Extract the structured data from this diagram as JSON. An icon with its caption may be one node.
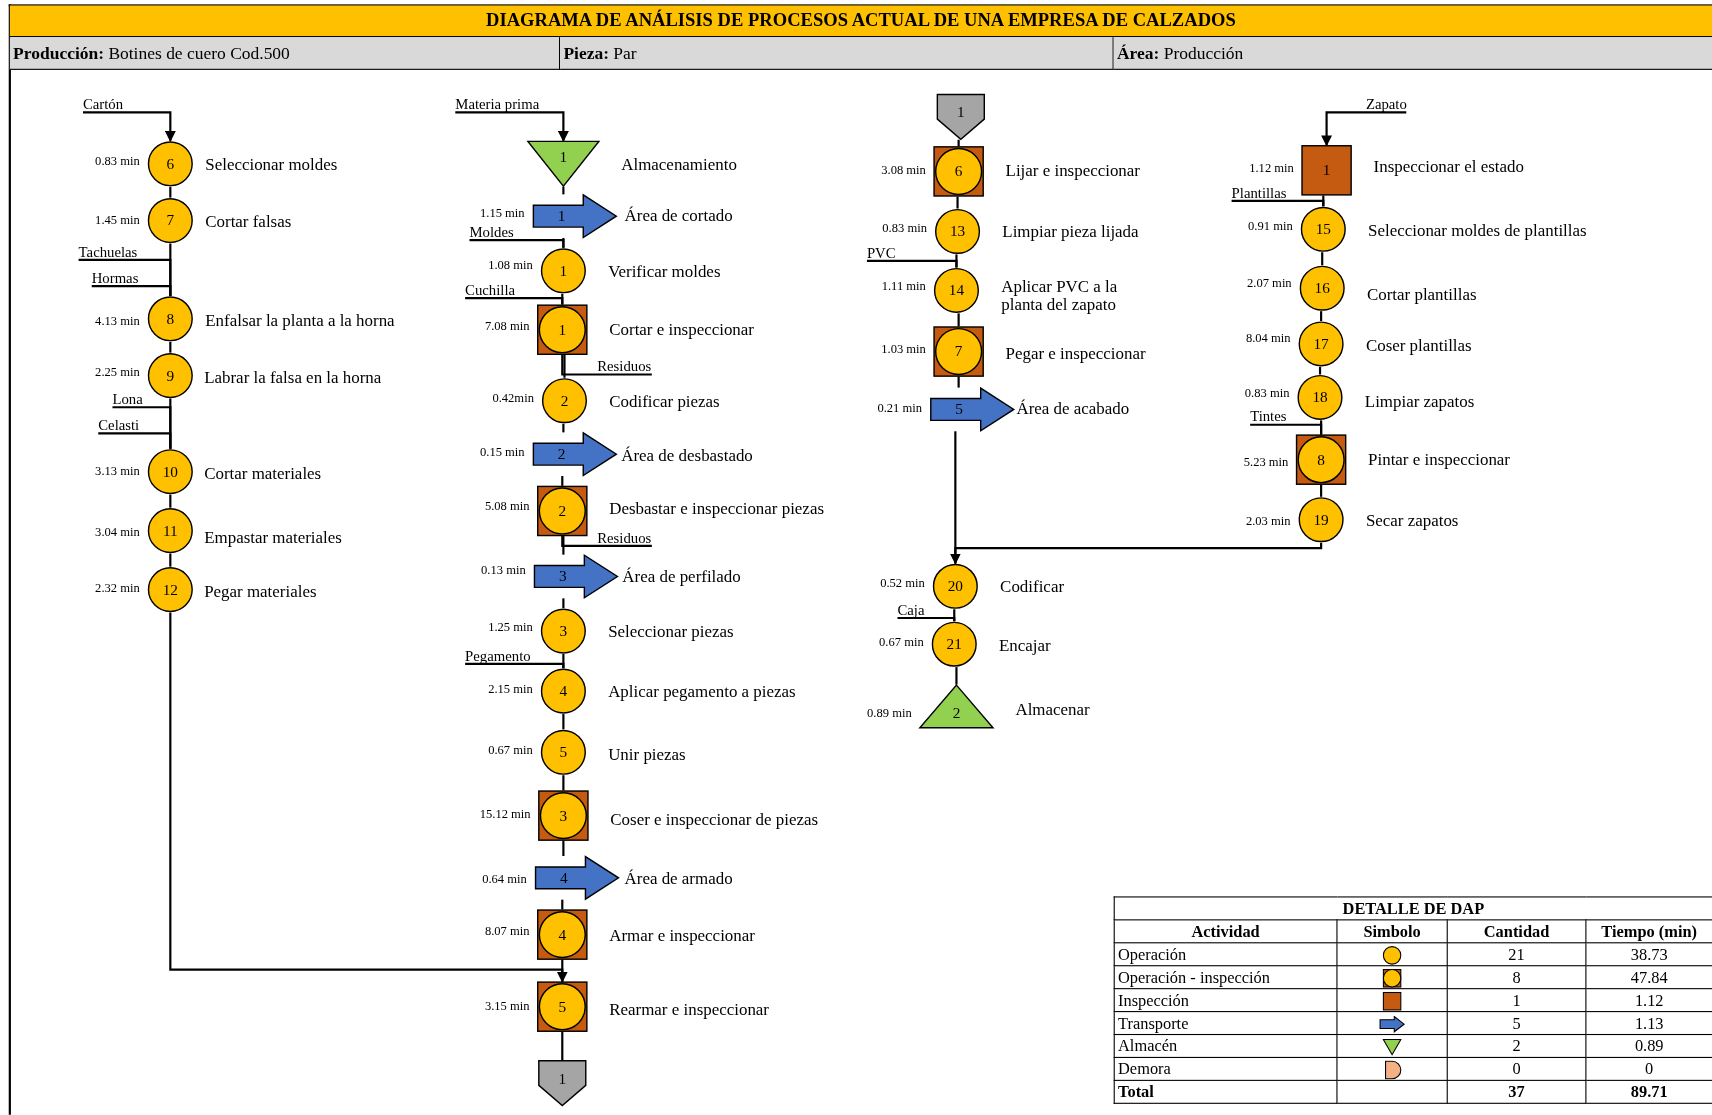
{
  "diagram": {
    "title": "DIAGRAMA DE ANÁLISIS DE PROCESOS ACTUAL DE UNA EMPRESA DE CALZADOS",
    "nodes": [
      {
        "text": [
          "Cartón"
        ]
      },
      {
        "text": [
          "6"
        ],
        "beside": [
          "0.83 min",
          "Seleccionar moldes"
        ]
      },
      {
        "text": [
          "7"
        ],
        "beside": [
          "1.45 min",
          "Cortar falsas"
        ]
      },
      {
        "text": [
          "Tachuelas"
        ]
      },
      {
        "text": [
          "Hormas"
        ]
      },
      {
        "text": [
          "8"
        ],
        "beside": [
          "4.13 min",
          "Enfalsar la planta a la horna"
        ]
      },
      {
        "text": [
          "9"
        ],
        "beside": [
          "2.25 min",
          "Labrar la falsa en la horna"
        ]
      },
      {
        "text": [
          "Lona"
        ]
      },
      {
        "text": [
          "Celasti"
        ]
      },
      {
        "text": [
          "10"
        ],
        "beside": [
          "3.13 min",
          "Cortar materiales"
        ]
      },
      {
        "text": [
          "11"
        ],
        "beside": [
          "3.04 min",
          "Empastar materiales"
        ]
      },
      {
        "text": [
          "12"
        ],
        "beside": [
          "2.32 min",
          "Pegar materiales"
        ]
      },
      {
        "text": [
          "Materia prima"
        ]
      },
      {
        "text": [
          "1"
        ],
        "beside": [
          "Almacenamiento"
        ]
      },
      {
        "text": [
          "1"
        ],
        "beside": [
          "1.15 min",
          "Área de cortado"
        ]
      },
      {
        "text": [
          "Moldes"
        ]
      },
      {
        "text": [
          "1"
        ],
        "beside": [
          "1.08 min",
          "Verificar moldes"
        ]
      },
      {
        "text": [
          "Cuchilla"
        ]
      },
      {
        "text": [
          "1"
        ],
        "beside": [
          "7.08 min",
          "Cortar e inspeccionar"
        ]
      },
      {
        "text": [
          "Residuos"
        ]
      },
      {
        "text": [
          "2"
        ],
        "beside": [
          "0.42min",
          "Codificar piezas"
        ]
      },
      {
        "text": [
          "2"
        ],
        "beside": [
          "0.15 min",
          "Área de desbastado"
        ]
      },
      {
        "text": [
          "2"
        ],
        "beside": [
          "5.08 min",
          "Desbastar e inspeccionar piezas"
        ]
      },
      {
        "text": [
          "Residuos"
        ]
      },
      {
        "text": [
          "3"
        ],
        "beside": [
          "0.13 min",
          "Área de perfilado"
        ]
      },
      {
        "text": [
          "3"
        ],
        "beside": [
          "1.25 min",
          "Seleccionar piezas"
        ]
      },
      {
        "text": [
          "Pegamento"
        ]
      },
      {
        "text": [
          "4"
        ],
        "beside": [
          "2.15 min",
          "Aplicar pegamento a piezas"
        ]
      },
      {
        "text": [
          "5"
        ],
        "beside": [
          "0.67 min",
          "Unir piezas"
        ]
      },
      {
        "text": [
          "3"
        ],
        "beside": [
          "15.12 min",
          "Coser e inspeccionar de piezas"
        ]
      },
      {
        "text": [
          "4"
        ],
        "beside": [
          "0.64 min",
          "Área de armado"
        ]
      },
      {
        "text": [
          "4"
        ],
        "beside": [
          "8.07 min",
          "Armar e inspeccionar"
        ]
      },
      {
        "text": [
          "5"
        ],
        "beside": [
          "3.15 min",
          "Rearmar e inspeccionar"
        ]
      },
      {
        "text": [
          "1"
        ]
      },
      {
        "text": [
          "1"
        ]
      },
      {
        "text": [
          "6"
        ],
        "beside": [
          "3.08 min",
          "Lijar e inspeccionar"
        ]
      },
      {
        "text": [
          "13"
        ],
        "beside": [
          "0.83 min",
          "Limpiar pieza lijada"
        ]
      },
      {
        "text": [
          "PVC"
        ]
      },
      {
        "text": [
          "14"
        ],
        "beside": [
          "1.11 min",
          "Aplicar PVC a la planta del zapato"
        ]
      },
      {
        "text": [
          "7"
        ],
        "beside": [
          "1.03 min",
          "Pegar e inspeccionar"
        ]
      },
      {
        "text": [
          "5"
        ],
        "beside": [
          "0.21 min",
          "Área de acabado"
        ]
      },
      {
        "text": [
          "20"
        ],
        "beside": [
          "0.52 min",
          "Codificar"
        ]
      },
      {
        "text": [
          "Caja"
        ]
      },
      {
        "text": [
          "21"
        ],
        "beside": [
          "0.67 min",
          "Encajar"
        ]
      },
      {
        "text": [
          "2"
        ],
        "beside": [
          "0.89 min",
          "Almacenar"
        ]
      },
      {
        "text": [
          "Zapato"
        ]
      },
      {
        "text": [
          "1"
        ],
        "beside": [
          "1.12 min",
          "Inspeccionar el estado"
        ]
      },
      {
        "text": [
          "Plantillas"
        ]
      },
      {
        "text": [
          "15"
        ],
        "beside": [
          "0.91 min",
          "Seleccionar moldes de plantillas"
        ]
      },
      {
        "text": [
          "16"
        ],
        "beside": [
          "2.07 min",
          "Cortar plantillas"
        ]
      },
      {
        "text": [
          "17"
        ],
        "beside": [
          "8.04 min",
          "Coser plantillas"
        ]
      },
      {
        "text": [
          "18"
        ],
        "beside": [
          "0.83 min",
          "Limpiar zapatos"
        ]
      },
      {
        "text": [
          "Tintes"
        ]
      },
      {
        "text": [
          "8"
        ],
        "beside": [
          "5.23 min",
          "Pintar e inspeccionar"
        ]
      },
      {
        "text": [
          "19"
        ],
        "beside": [
          "2.03 min",
          "Secar zapatos"
        ]
      }
    ],
    "edges": [
      {
        "from": 0,
        "to": 1,
        "arrow": "to"
      },
      {
        "from": 1,
        "to": 2,
        "arrow": "none"
      },
      {
        "from": 2,
        "to": 5,
        "arrow": "none"
      },
      {
        "from": 3,
        "to": 5,
        "arrow": "none"
      },
      {
        "from": 4,
        "to": 5,
        "arrow": "none"
      },
      {
        "from": 5,
        "to": 6,
        "arrow": "none"
      },
      {
        "from": 6,
        "to": 9,
        "arrow": "none"
      },
      {
        "from": 7,
        "to": 9,
        "arrow": "none"
      },
      {
        "from": 8,
        "to": 9,
        "arrow": "none"
      },
      {
        "from": 9,
        "to": 10,
        "arrow": "none"
      },
      {
        "from": 10,
        "to": 11,
        "arrow": "none"
      },
      {
        "from": 11,
        "to": 32,
        "arrow": "to"
      },
      {
        "from": 12,
        "to": 13,
        "arrow": "to"
      },
      {
        "from": 13,
        "to": 14,
        "arrow": "none"
      },
      {
        "from": 14,
        "to": 16,
        "arrow": "none"
      },
      {
        "from": 15,
        "to": 16,
        "arrow": "none"
      },
      {
        "from": 16,
        "to": 18,
        "arrow": "none"
      },
      {
        "from": 17,
        "to": 18,
        "arrow": "none"
      },
      {
        "from": 18,
        "to": 19,
        "arrow": "none"
      },
      {
        "from": 18,
        "to": 20,
        "arrow": "none"
      },
      {
        "from": 20,
        "to": 21,
        "arrow": "none"
      },
      {
        "from": 21,
        "to": 22,
        "arrow": "none"
      },
      {
        "from": 22,
        "to": 23,
        "arrow": "none"
      },
      {
        "from": 22,
        "to": 24,
        "arrow": "none"
      },
      {
        "from": 24,
        "to": 25,
        "arrow": "none"
      },
      {
        "from": 25,
        "to": 27,
        "arrow": "none"
      },
      {
        "from": 26,
        "to": 27,
        "arrow": "none"
      },
      {
        "from": 27,
        "to": 28,
        "arrow": "none"
      },
      {
        "from": 28,
        "to": 29,
        "arrow": "none"
      },
      {
        "from": 29,
        "to": 30,
        "arrow": "none"
      },
      {
        "from": 30,
        "to": 31,
        "arrow": "none"
      },
      {
        "from": 31,
        "to": 32,
        "arrow": "none"
      },
      {
        "from": 32,
        "to": 33,
        "arrow": "none"
      },
      {
        "from": 34,
        "to": 35,
        "arrow": "none"
      },
      {
        "from": 35,
        "to": 36,
        "arrow": "none"
      },
      {
        "from": 36,
        "to": 38,
        "arrow": "none"
      },
      {
        "from": 37,
        "to": 38,
        "arrow": "none"
      },
      {
        "from": 38,
        "to": 39,
        "arrow": "none"
      },
      {
        "from": 39,
        "to": 40,
        "arrow": "none"
      },
      {
        "from": 40,
        "to": 41,
        "arrow": "none"
      },
      {
        "from": 54,
        "to": 41,
        "arrow": "to"
      },
      {
        "from": 41,
        "to": 43,
        "arrow": "none"
      },
      {
        "from": 42,
        "to": 43,
        "arrow": "none"
      },
      {
        "from": 43,
        "to": 44,
        "arrow": "none"
      },
      {
        "from": 45,
        "to": 46,
        "arrow": "to"
      },
      {
        "from": 46,
        "to": 48,
        "arrow": "none"
      },
      {
        "from": 47,
        "to": 48,
        "arrow": "none"
      },
      {
        "from": 48,
        "to": 49,
        "arrow": "none"
      },
      {
        "from": 49,
        "to": 50,
        "arrow": "none"
      },
      {
        "from": 50,
        "to": 51,
        "arrow": "none"
      },
      {
        "from": 51,
        "to": 53,
        "arrow": "none"
      },
      {
        "from": 52,
        "to": 53,
        "arrow": "none"
      },
      {
        "from": 53,
        "to": 54,
        "arrow": "none"
      }
    ],
    "labels": [
      "Producción:",
      "Botines de cuero Cod.500",
      "Pieza:",
      "Par",
      "Área:",
      "Producción",
      "DETALLE DE DAP",
      "Actividad",
      "Simbolo",
      "Cantidad",
      "Tiempo (min)",
      "Operación",
      "21",
      "38.73",
      "Operación - inspección",
      "8",
      "47.84",
      "Inspección",
      "1",
      "1.12",
      "Transporte",
      "5",
      "1.13",
      "Almacén",
      "2",
      "0.89",
      "Demora",
      "0",
      "0",
      "Total",
      "37",
      "89.71"
    ]
  }
}
